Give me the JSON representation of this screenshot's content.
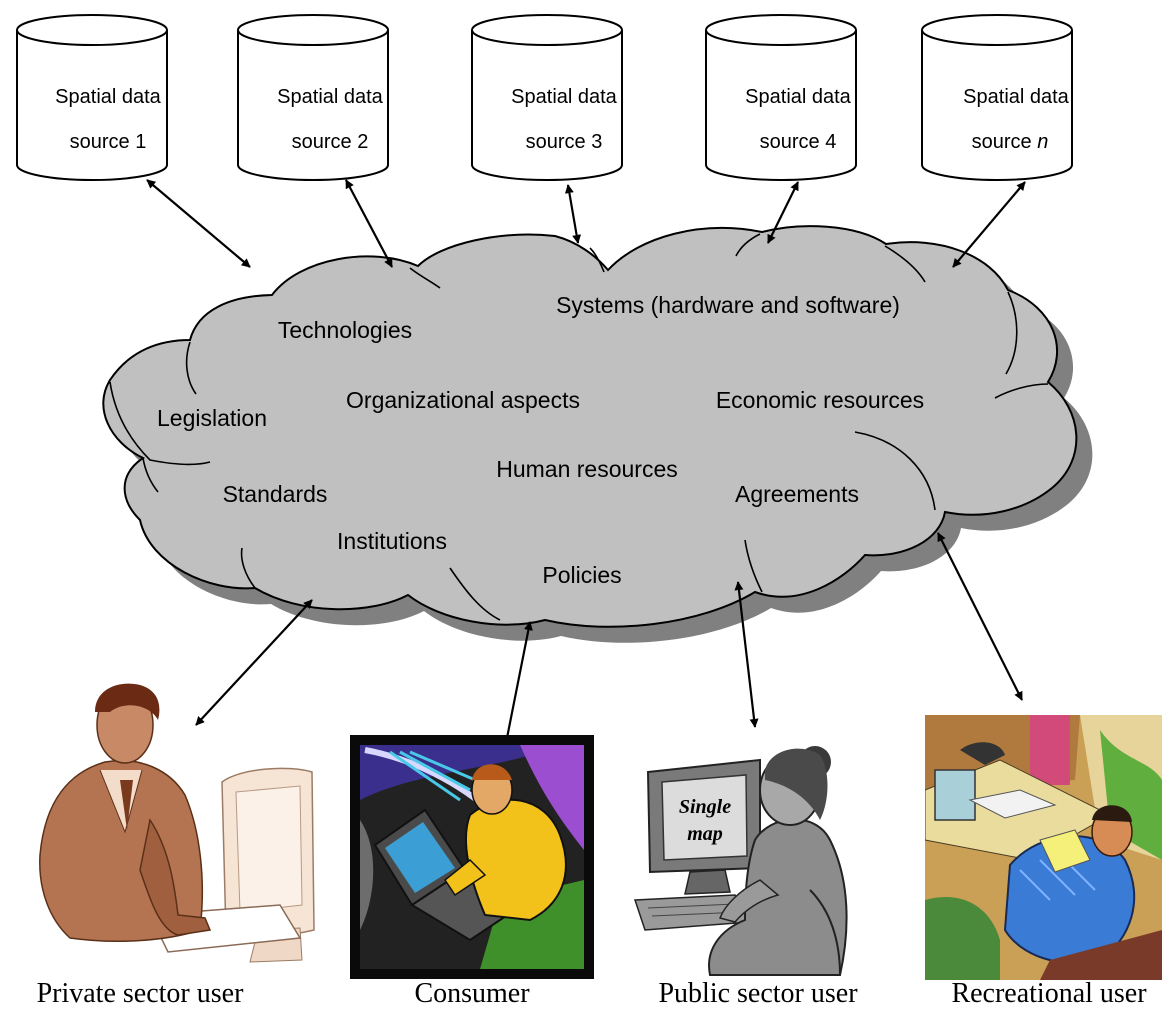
{
  "sources": [
    {
      "line1": "Spatial data",
      "line2": "source 1",
      "italic": ""
    },
    {
      "line1": "Spatial data",
      "line2": "source 2",
      "italic": ""
    },
    {
      "line1": "Spatial data",
      "line2": "source 3",
      "italic": ""
    },
    {
      "line1": "Spatial data",
      "line2": "source 4",
      "italic": ""
    },
    {
      "line1": "Spatial data",
      "line2": "source ",
      "italic": "n"
    }
  ],
  "cloud": {
    "systems": "Systems (hardware and software)",
    "technologies": "Technologies",
    "legislation": "Legislation",
    "organizational": "Organizational aspects",
    "economic": "Economic resources",
    "human": "Human resources",
    "standards": "Standards",
    "agreements": "Agreements",
    "institutions": "Institutions",
    "policies": "Policies"
  },
  "users": [
    {
      "label": "Private sector user",
      "icon": "businessman-at-computer-icon"
    },
    {
      "label": "Consumer",
      "icon": "man-with-laptop-icon"
    },
    {
      "label": "Public sector user",
      "icon": "woman-at-computer-icon"
    },
    {
      "label": "Recreational user",
      "icon": "man-at-desk-icon"
    }
  ],
  "monitor_text": {
    "line1": "Single",
    "line2": "map"
  },
  "colors": {
    "cloud_fill": "#c0c0c0",
    "cloud_shadow": "#808080",
    "line": "#000000"
  }
}
